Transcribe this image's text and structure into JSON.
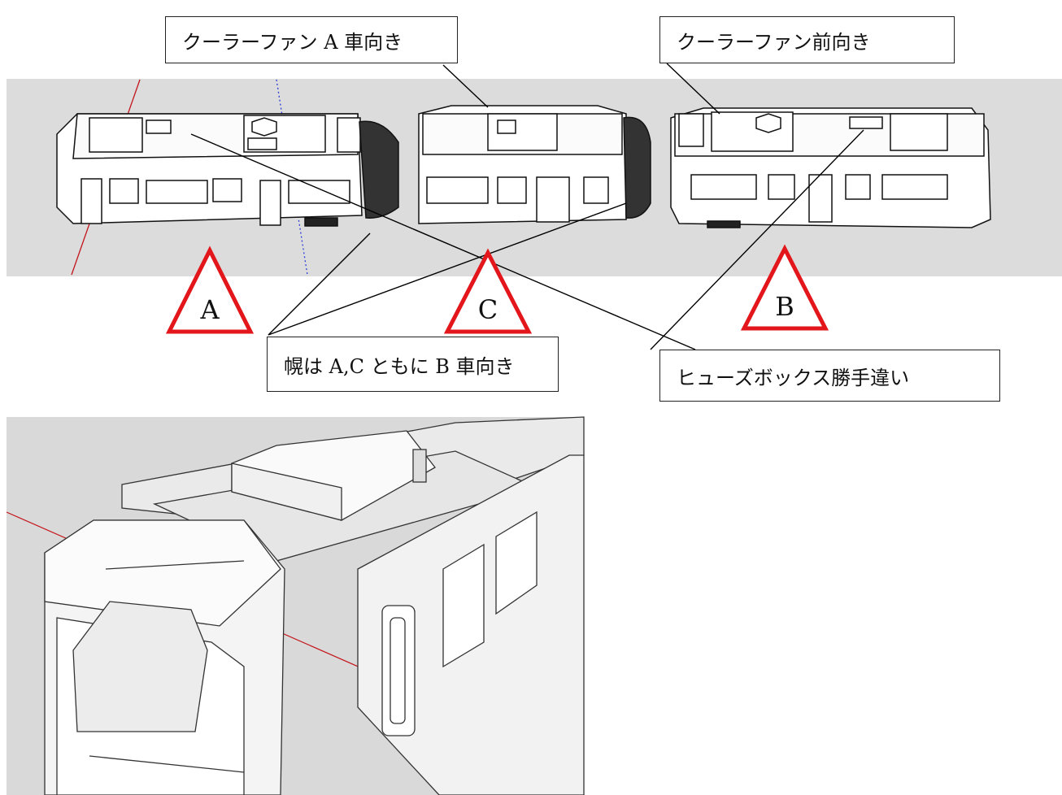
{
  "callouts": {
    "cooler_fan_a": "クーラーファン A 車向き",
    "cooler_fan_front": "クーラーファン前向き",
    "hood": "幌は A,C ともに B 車向き",
    "fuse_box": "ヒューズボックス勝手違い"
  },
  "car_labels": {
    "a": "A",
    "c": "C",
    "b": "B"
  },
  "colors": {
    "triangle": "#e2161b",
    "panel": "#dcdcdc",
    "axis_red": "#c4141b",
    "axis_blue": "#2a3bd6"
  }
}
